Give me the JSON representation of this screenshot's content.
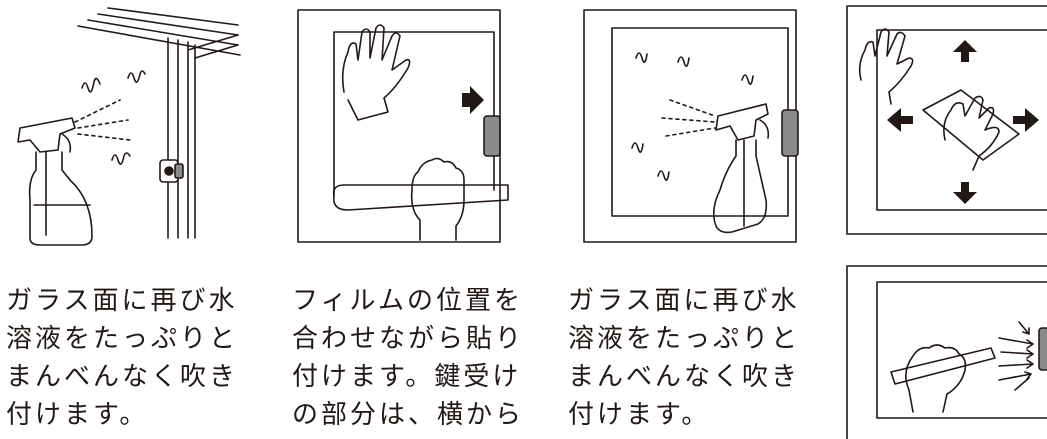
{
  "steps": [
    {
      "illustration": "spray-window-illustration",
      "caption_lines": [
        "ガラス面に再び水",
        "溶液をたっぷりと",
        "まんべんなく吹き",
        "付けます。"
      ]
    },
    {
      "illustration": "apply-film-illustration",
      "caption_lines": [
        "フィルムの位置を",
        "合わせながら貼り",
        "付けます。鍵受け",
        "の部分は、横から"
      ]
    },
    {
      "illustration": "spray-film-illustration",
      "caption_lines": [
        "ガラス面に再び水",
        "溶液をたっぷりと",
        "まんべんなく吹き",
        "付けます。"
      ]
    },
    {
      "illustration": "smooth-with-cloth-illustration"
    },
    {
      "illustration": "squeegee-illustration"
    }
  ],
  "colors": {
    "line": "#231815",
    "fill_gray": "#8a8a8a",
    "background": "#ffffff"
  }
}
